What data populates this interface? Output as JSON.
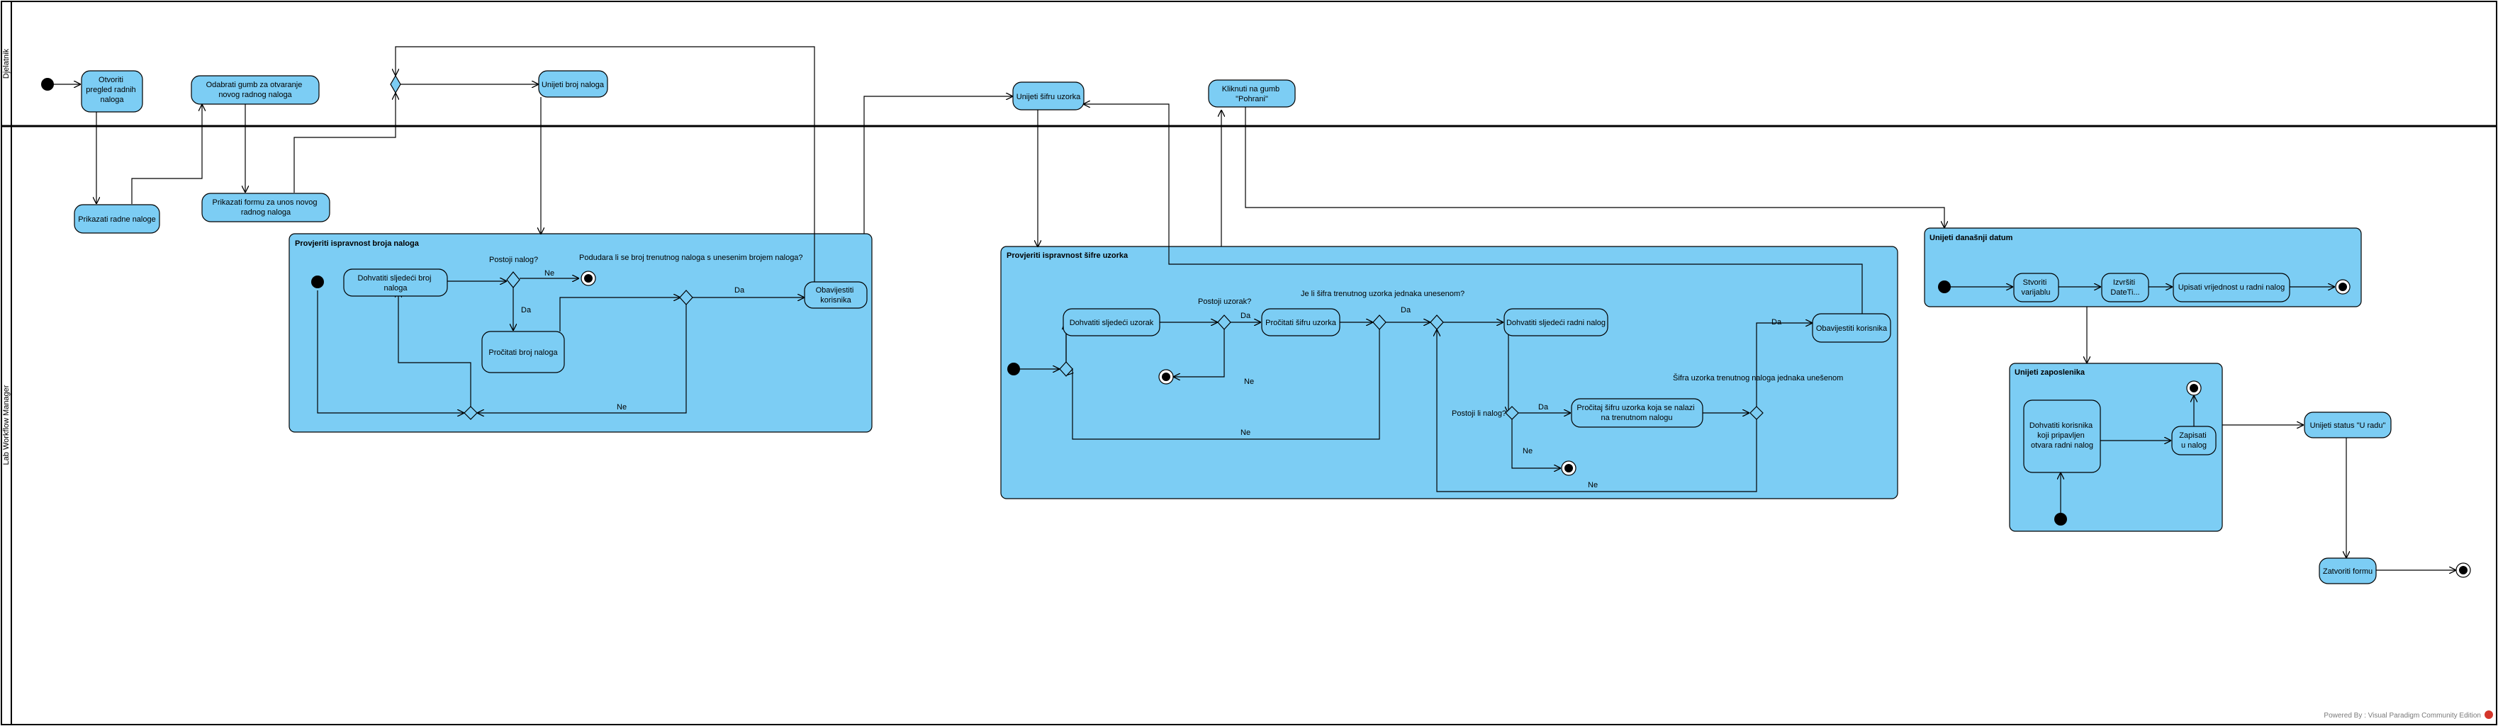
{
  "lanes": {
    "top": "Djelatnik",
    "bottom": "Lab Workflow Manager"
  },
  "actions": {
    "a1": [
      "Otvoriti",
      "pregled radnih",
      "naloga"
    ],
    "a2": [
      "Prikazati radne naloge"
    ],
    "a3": [
      "Odabrati gumb za otvaranje",
      "novog radnog naloga"
    ],
    "a4": [
      "Prikazati formu za unos novog",
      "radnog naloga"
    ],
    "a5": [
      "Unijeti broj naloga"
    ],
    "a6": [
      "Unijeti šifru uzorka"
    ],
    "a7": [
      "Kliknuti na gumb",
      "\"Pohrani\""
    ],
    "a8": [
      "Unijeti status \"U radu\""
    ],
    "a9": [
      "Zatvoriti formu"
    ]
  },
  "regions": {
    "r1": {
      "title": "Provjeriti ispravnost broja naloga",
      "actions": {
        "b1": [
          "Dohvatiti sljedeći broj",
          "naloga"
        ],
        "b2": [
          "Pročitati broj naloga"
        ],
        "b3": [
          "Obavijestiti",
          "korisnika"
        ]
      },
      "guards": [
        "Postoji nalog?",
        "Ne",
        "Da",
        "Podudara li se broj trenutnog naloga s unesenim brojem naloga?",
        "Da",
        "Ne"
      ]
    },
    "r2": {
      "title": "Provjeriti ispravnost šifre uzorka",
      "actions": {
        "c1": [
          "Dohvatiti sljedeći uzorak"
        ],
        "c2": [
          "Pročitati šifru uzorka"
        ],
        "c3": [
          "Dohvatiti sljedeći radni nalog"
        ],
        "c4": [
          "Pročitaj šifru uzorka koja se nalazi",
          "na trenutnom nalogu"
        ],
        "c5": [
          "Obavijestiti korisnika"
        ]
      },
      "guards": [
        "Postoji uzorak?",
        "Da",
        "Ne",
        "Je li šifra trenutnog uzorka jednaka unesenom?",
        "Da",
        "Ne",
        "Postoji li nalog?",
        "Da",
        "Ne",
        "Šifra uzorka trenutnog naloga jednaka unešenom",
        "Da",
        "Ne"
      ]
    },
    "r3": {
      "title": "Unijeti današnji datum",
      "actions": {
        "d1": [
          "Stvoriti",
          "varijablu"
        ],
        "d2": [
          "Izvršiti",
          "DateTi..."
        ],
        "d3": [
          "Upisati vrijednost u radni nalog"
        ]
      }
    },
    "r4": {
      "title": "Unijeti zaposlenika",
      "actions": {
        "e1": [
          "Dohvatiti korisnika",
          "koji pripavljen",
          "otvara radni nalog"
        ],
        "e2": [
          "Zapisati",
          "u nalog"
        ]
      }
    }
  },
  "footer": "Powered By : Visual Paradigm Community Edition",
  "colors": {
    "fill": "#7ccdf4",
    "stroke": "#000000",
    "logo": "#d4352a"
  }
}
